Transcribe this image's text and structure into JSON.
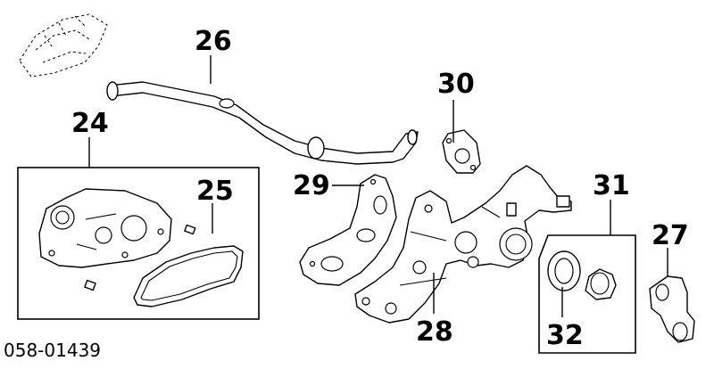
{
  "callouts": {
    "c24": "24",
    "c25": "25",
    "c26": "26",
    "c27": "27",
    "c28": "28",
    "c29": "29",
    "c30": "30",
    "c31": "31",
    "c32": "32"
  },
  "document_id": "058-01439"
}
